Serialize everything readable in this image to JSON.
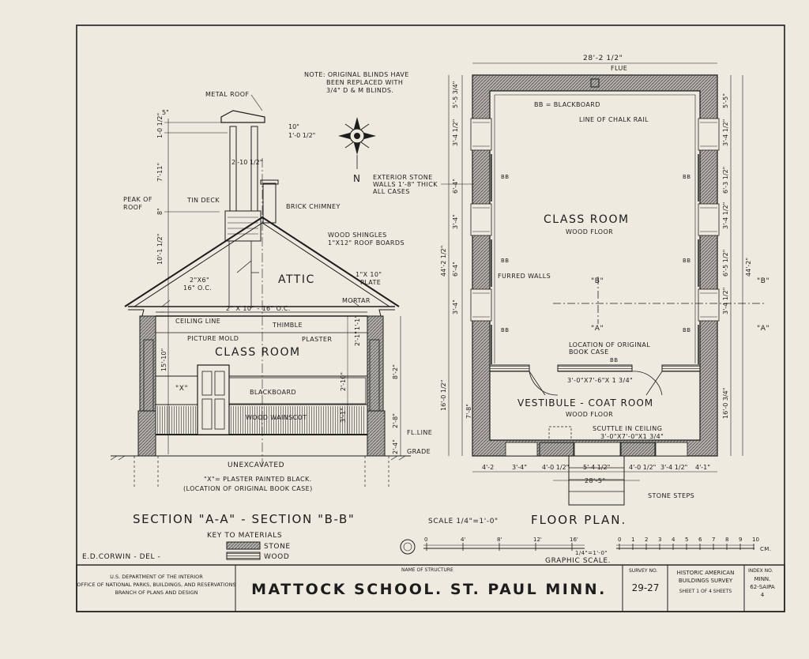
{
  "colors": {
    "paper": "#efeae0",
    "ink": "#1d1d1d",
    "stone": "#8a8a8a"
  },
  "notes": {
    "blinds_1": "NOTE: ORIGINAL BLINDS HAVE",
    "blinds_2": "BEEN REPLACED WITH",
    "blinds_3": "3/4\" D & M BLINDS."
  },
  "section": {
    "metal_roof": "METAL ROOF",
    "tin_deck": "TIN DECK",
    "peak_of_roof_1": "PEAK OF",
    "peak_of_roof_2": "ROOF",
    "brick_chimney": "BRICK CHIMNEY",
    "wood_shingles_1": "WOOD SHINGLES",
    "wood_shingles_2": "1\"X12\" ROOF BOARDS",
    "attic": "ATTIC",
    "rafter_1": "2\"X6\"",
    "rafter_2": "16\" O.C.",
    "plate_1": "1\"X 10\"",
    "plate_2": "PLATE",
    "mortar": "MORTAR",
    "joists": "2\" X 10\" - 16\" O.C.",
    "ceiling_line": "CEILING LINE",
    "thimble": "THIMBLE",
    "picture_mold": "PICTURE MOLD",
    "plaster": "PLASTER",
    "class_room": "CLASS ROOM",
    "x_mark": "\"X\"",
    "blackboard": "BLACKBOARD",
    "wainscot": "WOOD WAINSCOT",
    "fl_line": "FL.LINE",
    "grade": "GRADE",
    "unexcavated": "UNEXCAVATED",
    "note_1": "\"X\"= PLASTER PAINTED BLACK.",
    "note_2": "(LOCATION OF ORIGINAL BOOK CASE)",
    "dims": [
      "1-0 1/2\"",
      "5\"",
      "10\"",
      "1'-0 1/2\"",
      "2'-10 1/2\"",
      "7'-11\"",
      "8\"",
      "10'-1 1/2\"",
      "15'-10\"",
      "8'-2\"",
      "2'-10\"",
      "3'-1\"",
      "2'-8\"",
      "2'-4\"",
      "1'-1\"",
      "2'-1\""
    ]
  },
  "north": {
    "label": "N"
  },
  "plan": {
    "overall_width": "28'-2 1/2\"",
    "flue": "FLUE",
    "bb_key": "BB = BLACKBOARD",
    "chalk_rail": "LINE OF CHALK RAIL",
    "exterior_walls_1": "EXTERIOR STONE",
    "exterior_walls_2": "WALLS 1'-8\" THICK",
    "exterior_walls_3": "ALL CASES",
    "class_room": "CLASS ROOM",
    "wood_floor": "WOOD FLOOR",
    "bb": "BB",
    "furred_walls": "FURRED WALLS",
    "marker_b": "\"B\"",
    "marker_a": "\"A\"",
    "book_case_1": "LOCATION OF ORIGINAL",
    "book_case_2": "BOOK CASE",
    "door_size": "3'-0\"X7'-6\"X 1 3/4\"",
    "vestibule": "VESTIBULE - COAT ROOM",
    "vestibule_floor": "WOOD FLOOR",
    "scuttle_1": "SCUTTLE IN CEILING",
    "scuttle_2": "3'-0\"X7'-0\"X1 3/4\"",
    "stone_steps": "STONE STEPS",
    "bottom_width": "28'-5\"",
    "left_dims": [
      "5'-5 3/4\"",
      "3'-4 1/2\"",
      "6'-4\"",
      "3'-4\"",
      "6'-4\"",
      "3'-4\"",
      "44'-2 1/2\"",
      "16'-0 1/2\"",
      "7'-8\""
    ],
    "right_dims": [
      "5'-5\"",
      "3'-4 1/2\"",
      "6'-3 1/2\"",
      "3'-4 1/2\"",
      "6'-5 1/2\"",
      "3'-4 1/2\"",
      "44'-2\"",
      "16'-0 3/4\""
    ],
    "bottom_dims": [
      "4'-2",
      "3'-4\"",
      "4'-0 1/2\"",
      "5'-4 1/2\"",
      "4'-0 1/2\"",
      "3'-4 1/2\"",
      "4'-1\""
    ]
  },
  "titles": {
    "section": "SECTION \"A-A\" - SECTION \"B-B\"",
    "scale": "SCALE 1/4\"=1'-0\"",
    "floor_plan": "FLOOR PLAN."
  },
  "key": {
    "title": "KEY TO MATERIALS",
    "stone": "STONE",
    "wood": "WOOD"
  },
  "drafter": "E.D.CORWIN - DEL -",
  "graphic_scale": {
    "label": "GRAPHIC SCALE.",
    "feet_ticks": [
      "0",
      "4'",
      "8'",
      "12'",
      "16'"
    ],
    "feet_note": "1/4\"=1'-0\"",
    "cm_ticks": [
      "0",
      "1",
      "2",
      "3",
      "4",
      "5",
      "6",
      "7",
      "8",
      "9",
      "10"
    ],
    "cm_unit": "CM."
  },
  "title_block": {
    "agency_1": "U.S. DEPARTMENT OF THE INTERIOR",
    "agency_2": "OFFICE OF NATIONAL PARKS, BUILDINGS, AND RESERVATIONS",
    "agency_3": "BRANCH OF PLANS AND DESIGN",
    "name_label": "NAME OF STRUCTURE",
    "structure_name": "MATTOCK SCHOOL. ST. PAUL MINN.",
    "survey_label": "SURVEY NO.",
    "survey_no": "29-27",
    "habs_1": "HISTORIC AMERICAN",
    "habs_2": "BUILDINGS SURVEY",
    "sheet": "SHEET 1 OF 4 SHEETS",
    "index_label": "INDEX NO.",
    "index_1": "MINN.",
    "index_2": "62-SAIPA",
    "index_3": "4"
  }
}
